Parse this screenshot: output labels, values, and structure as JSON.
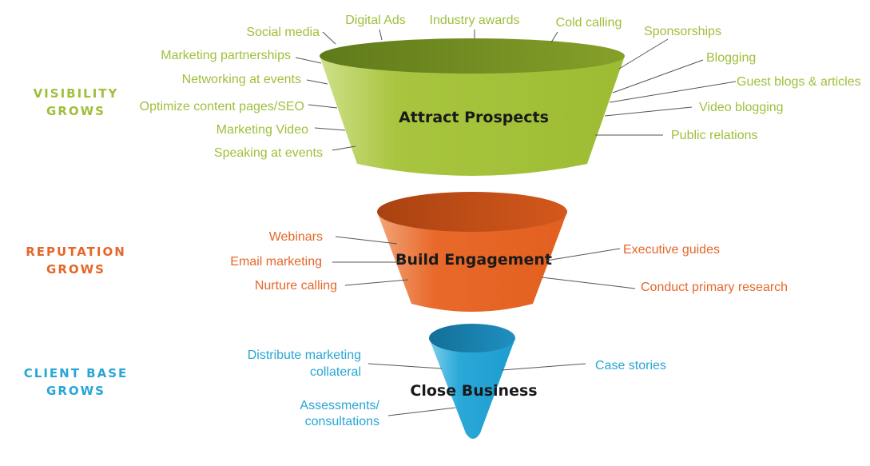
{
  "colors": {
    "visibility": "#9fbf3b",
    "visibility_dark": "#6f8a1f",
    "reputation": "#e5672a",
    "reputation_dark": "#b84a14",
    "client": "#28a6d6",
    "client_dark": "#167aa6",
    "leader": "#555555"
  },
  "stages": {
    "top": {
      "title": "Attract Prospects",
      "side_line1": "VISIBILITY",
      "side_line2": "GROWS",
      "labels": [
        "Digital Ads",
        "Industry awards",
        "Cold calling",
        "Social media",
        "Sponsorships",
        "Marketing partnerships",
        "Blogging",
        "Networking at events",
        "Guest blogs & articles",
        "Optimize content pages/SEO",
        "Video blogging",
        "Marketing Video",
        "Public relations",
        "Speaking at events"
      ]
    },
    "middle": {
      "title": "Build Engagement",
      "side_line1": "REPUTATION",
      "side_line2": "GROWS",
      "labels": [
        "Webinars",
        "Executive guides",
        "Email marketing",
        "Nurture calling",
        "Conduct primary research"
      ]
    },
    "bottom": {
      "title": "Close Business",
      "side_line1": "CLIENT BASE",
      "side_line2": "GROWS",
      "labels": [
        "Distribute marketing",
        "collateral",
        "Case stories",
        "Assessments/",
        "consultations"
      ]
    }
  }
}
